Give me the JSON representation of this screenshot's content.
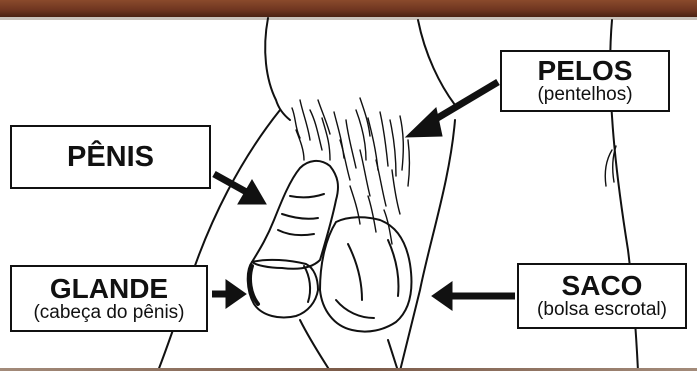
{
  "labels": {
    "pelos": {
      "title": "PELOS",
      "subtitle": "(pentelhos)"
    },
    "penis": {
      "title": "PÊNIS"
    },
    "glande": {
      "title": "GLANDE",
      "subtitle": "(cabeça do pênis)"
    },
    "saco": {
      "title": "SACO",
      "subtitle": "(bolsa escrotal)"
    }
  },
  "colors": {
    "ink": "#111111",
    "header_bar": "#6e3520",
    "background": "#ffffff"
  }
}
